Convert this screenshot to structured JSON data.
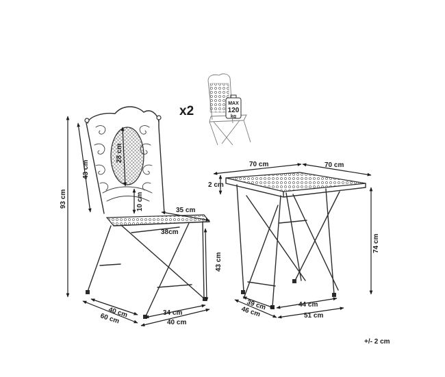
{
  "quantity_label": "x2",
  "max_load": {
    "line1": "MAX",
    "line2": "120",
    "line3": "kg"
  },
  "chair_dims": {
    "height_total": "93 cm",
    "backrest_height": "43 cm",
    "backrest_panel": "28 cm",
    "backrest_gap": "10 cm",
    "seat_depth_top": "35 cm",
    "seat_width": "38cm",
    "seat_height": "43 cm",
    "depth_inner": "40 cm",
    "depth_outer": "60 cm",
    "front_width": "34 cm",
    "base_width": "40 cm"
  },
  "table_dims": {
    "top_length": "70 cm",
    "top_width": "70 cm",
    "top_thickness": "2 cm",
    "height": "74 cm",
    "foot_inner": "39 cm",
    "foot_outer": "46 cm",
    "front_inner": "44 cm",
    "front_outer": "51 cm"
  },
  "tolerance": "+/- 2 cm"
}
